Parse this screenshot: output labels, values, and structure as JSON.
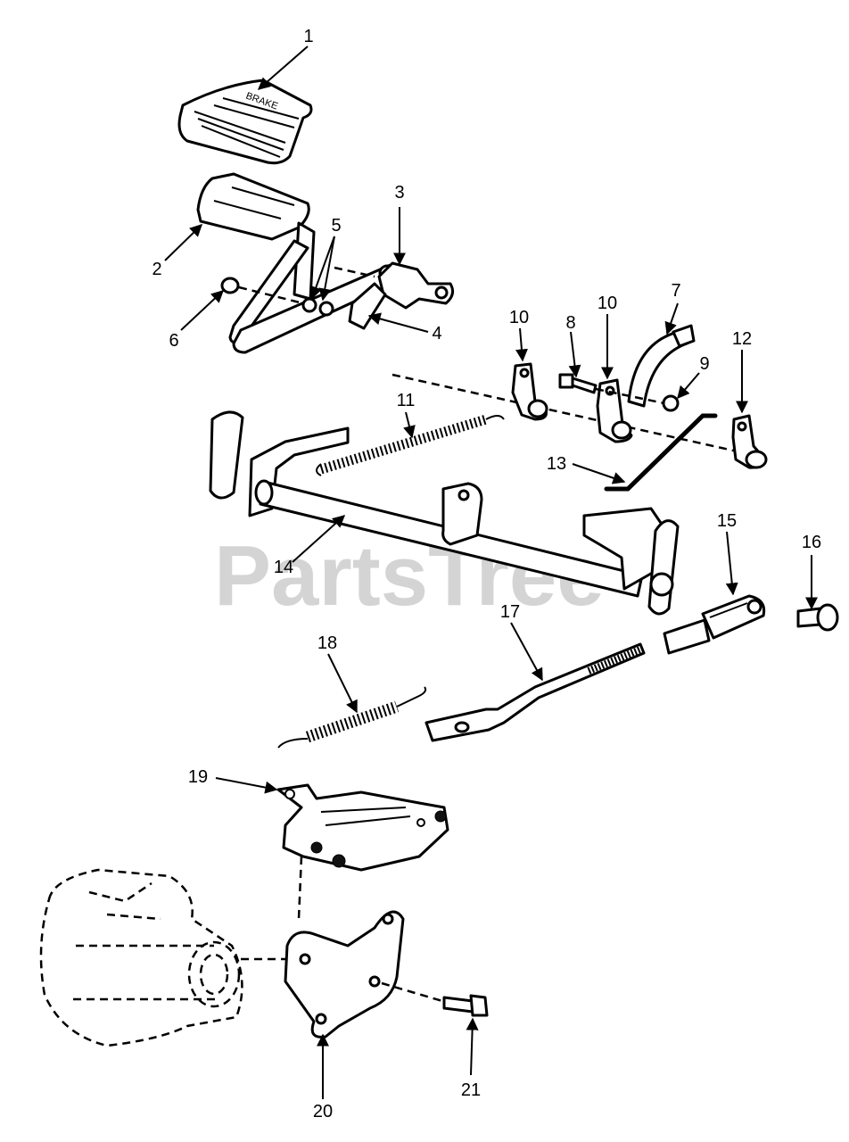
{
  "watermark": "PartsTree",
  "callouts": {
    "c1": "1",
    "c2": "2",
    "c3": "3",
    "c4": "4",
    "c5": "5",
    "c6": "6",
    "c7": "7",
    "c8": "8",
    "c9": "9",
    "c10a": "10",
    "c10b": "10",
    "c11": "11",
    "c12": "12",
    "c13": "13",
    "c14": "14",
    "c15": "15",
    "c16": "16",
    "c17": "17",
    "c18": "18",
    "c19": "19",
    "c20": "20",
    "c21": "21"
  }
}
